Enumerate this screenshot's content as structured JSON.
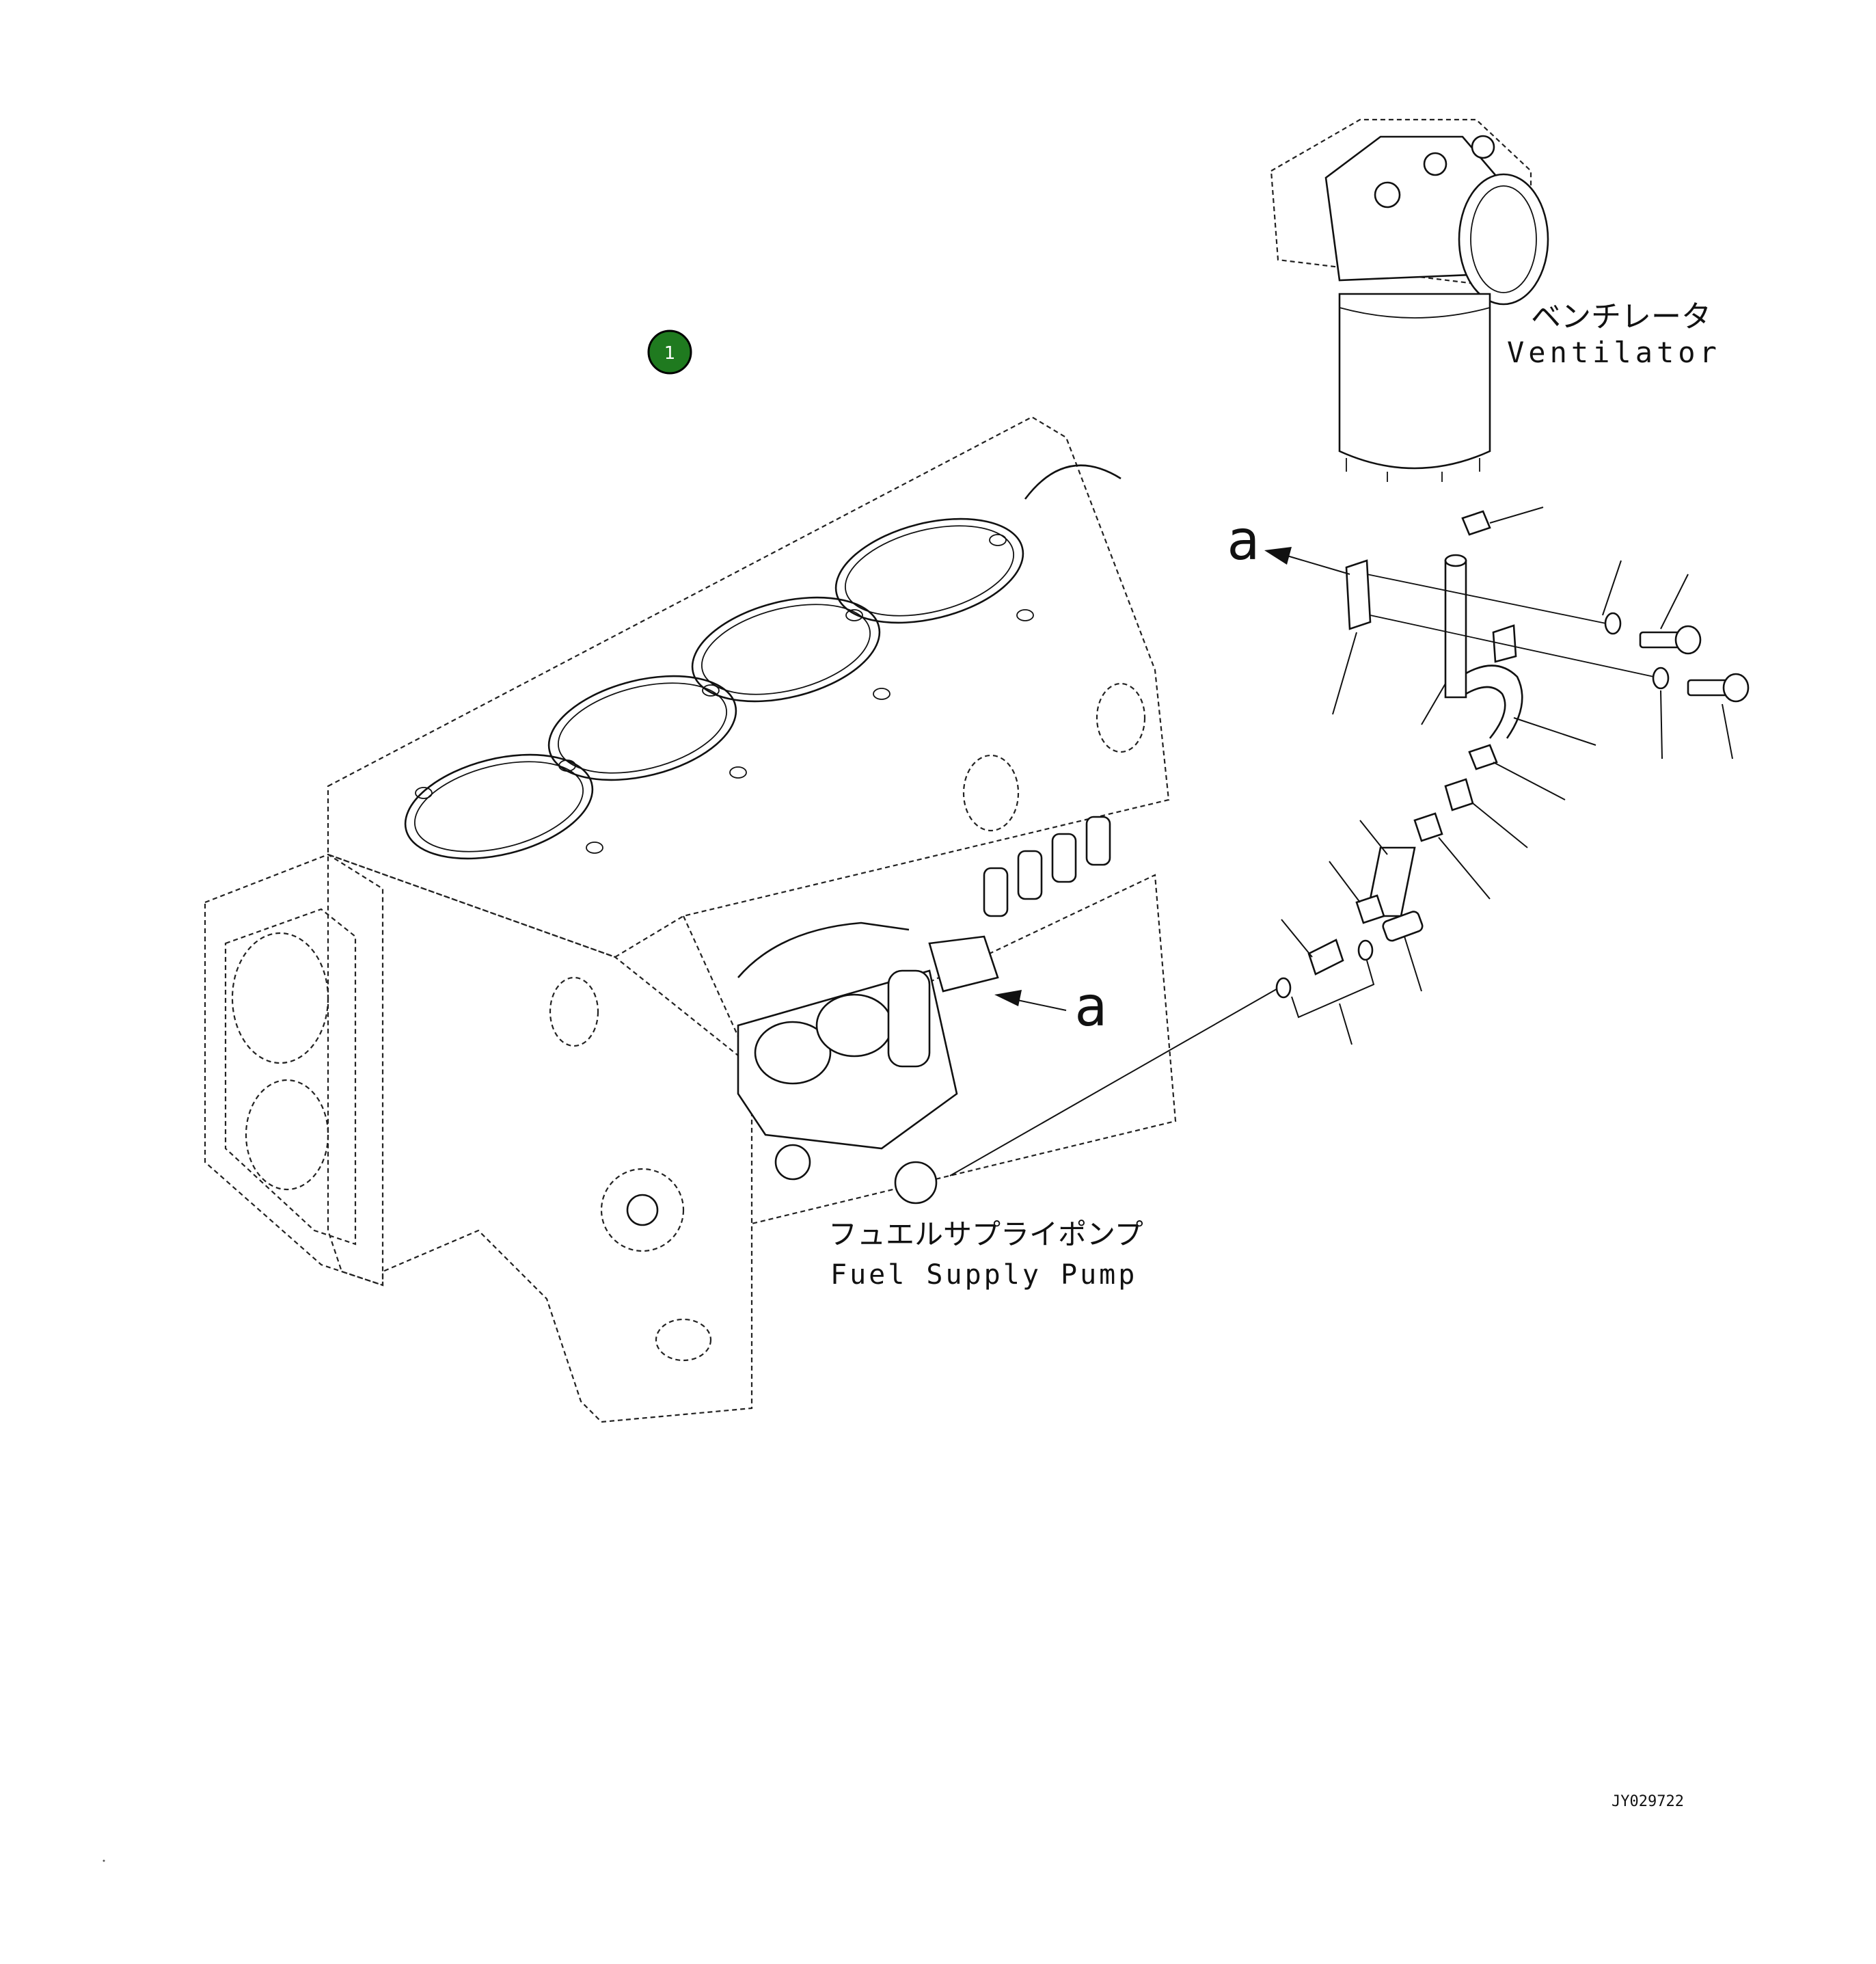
{
  "callout": {
    "number": "1",
    "color": "#1f7a1f"
  },
  "labels": {
    "ventilator_ja": "ベンチレータ",
    "ventilator_en": "Ventilator",
    "pump_ja": "フュエルサプライポンプ",
    "pump_en": "Fuel Supply Pump",
    "view_a_top": "a",
    "view_a_bottom": "a",
    "drawing_number": "JY029722"
  }
}
